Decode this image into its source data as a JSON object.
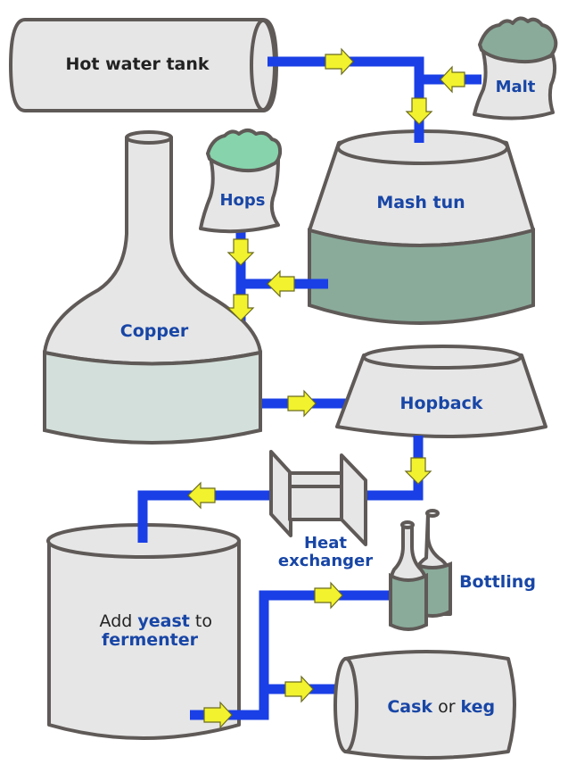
{
  "diagram": {
    "title": "Brewing process",
    "colors": {
      "pipe": "#1a3fe6",
      "arrow": "#f2f22e",
      "label_blue": "#1846a6",
      "label_dark": "#222222",
      "vessel_fill": "#e6e6e6",
      "vessel_outline": "#5f5a58",
      "wort_dark": "#8aab9a",
      "wort_light": "#d3dfda",
      "hops_green": "#87d3ab"
    },
    "nodes": {
      "hot_water_tank": {
        "label": "Hot water tank"
      },
      "malt": {
        "label": "Malt"
      },
      "mash_tun": {
        "label": "Mash tun"
      },
      "hops": {
        "label": "Hops"
      },
      "copper": {
        "label": "Copper"
      },
      "hopback": {
        "label": "Hopback"
      },
      "heat_exchanger": {
        "label_line1": "Heat",
        "label_line2": "exchanger"
      },
      "fermenter": {
        "line1_part1": "Add ",
        "line1_part2": "yeast",
        "line1_part3": " to",
        "line2": "fermenter"
      },
      "bottling": {
        "label": "Bottling"
      },
      "cask_keg": {
        "part1": "Cask",
        "part2": " or ",
        "part3": "keg"
      }
    },
    "flows": [
      {
        "from": "Hot water tank",
        "to": "Mash tun"
      },
      {
        "from": "Malt",
        "to": "Mash tun"
      },
      {
        "from": "Mash tun",
        "to": "Copper"
      },
      {
        "from": "Hops",
        "to": "Copper"
      },
      {
        "from": "Copper",
        "to": "Hopback"
      },
      {
        "from": "Hopback",
        "to": "Heat exchanger"
      },
      {
        "from": "Heat exchanger",
        "to": "Fermenter"
      },
      {
        "from": "Fermenter",
        "to": "Bottling"
      },
      {
        "from": "Fermenter",
        "to": "Cask or keg"
      }
    ]
  }
}
